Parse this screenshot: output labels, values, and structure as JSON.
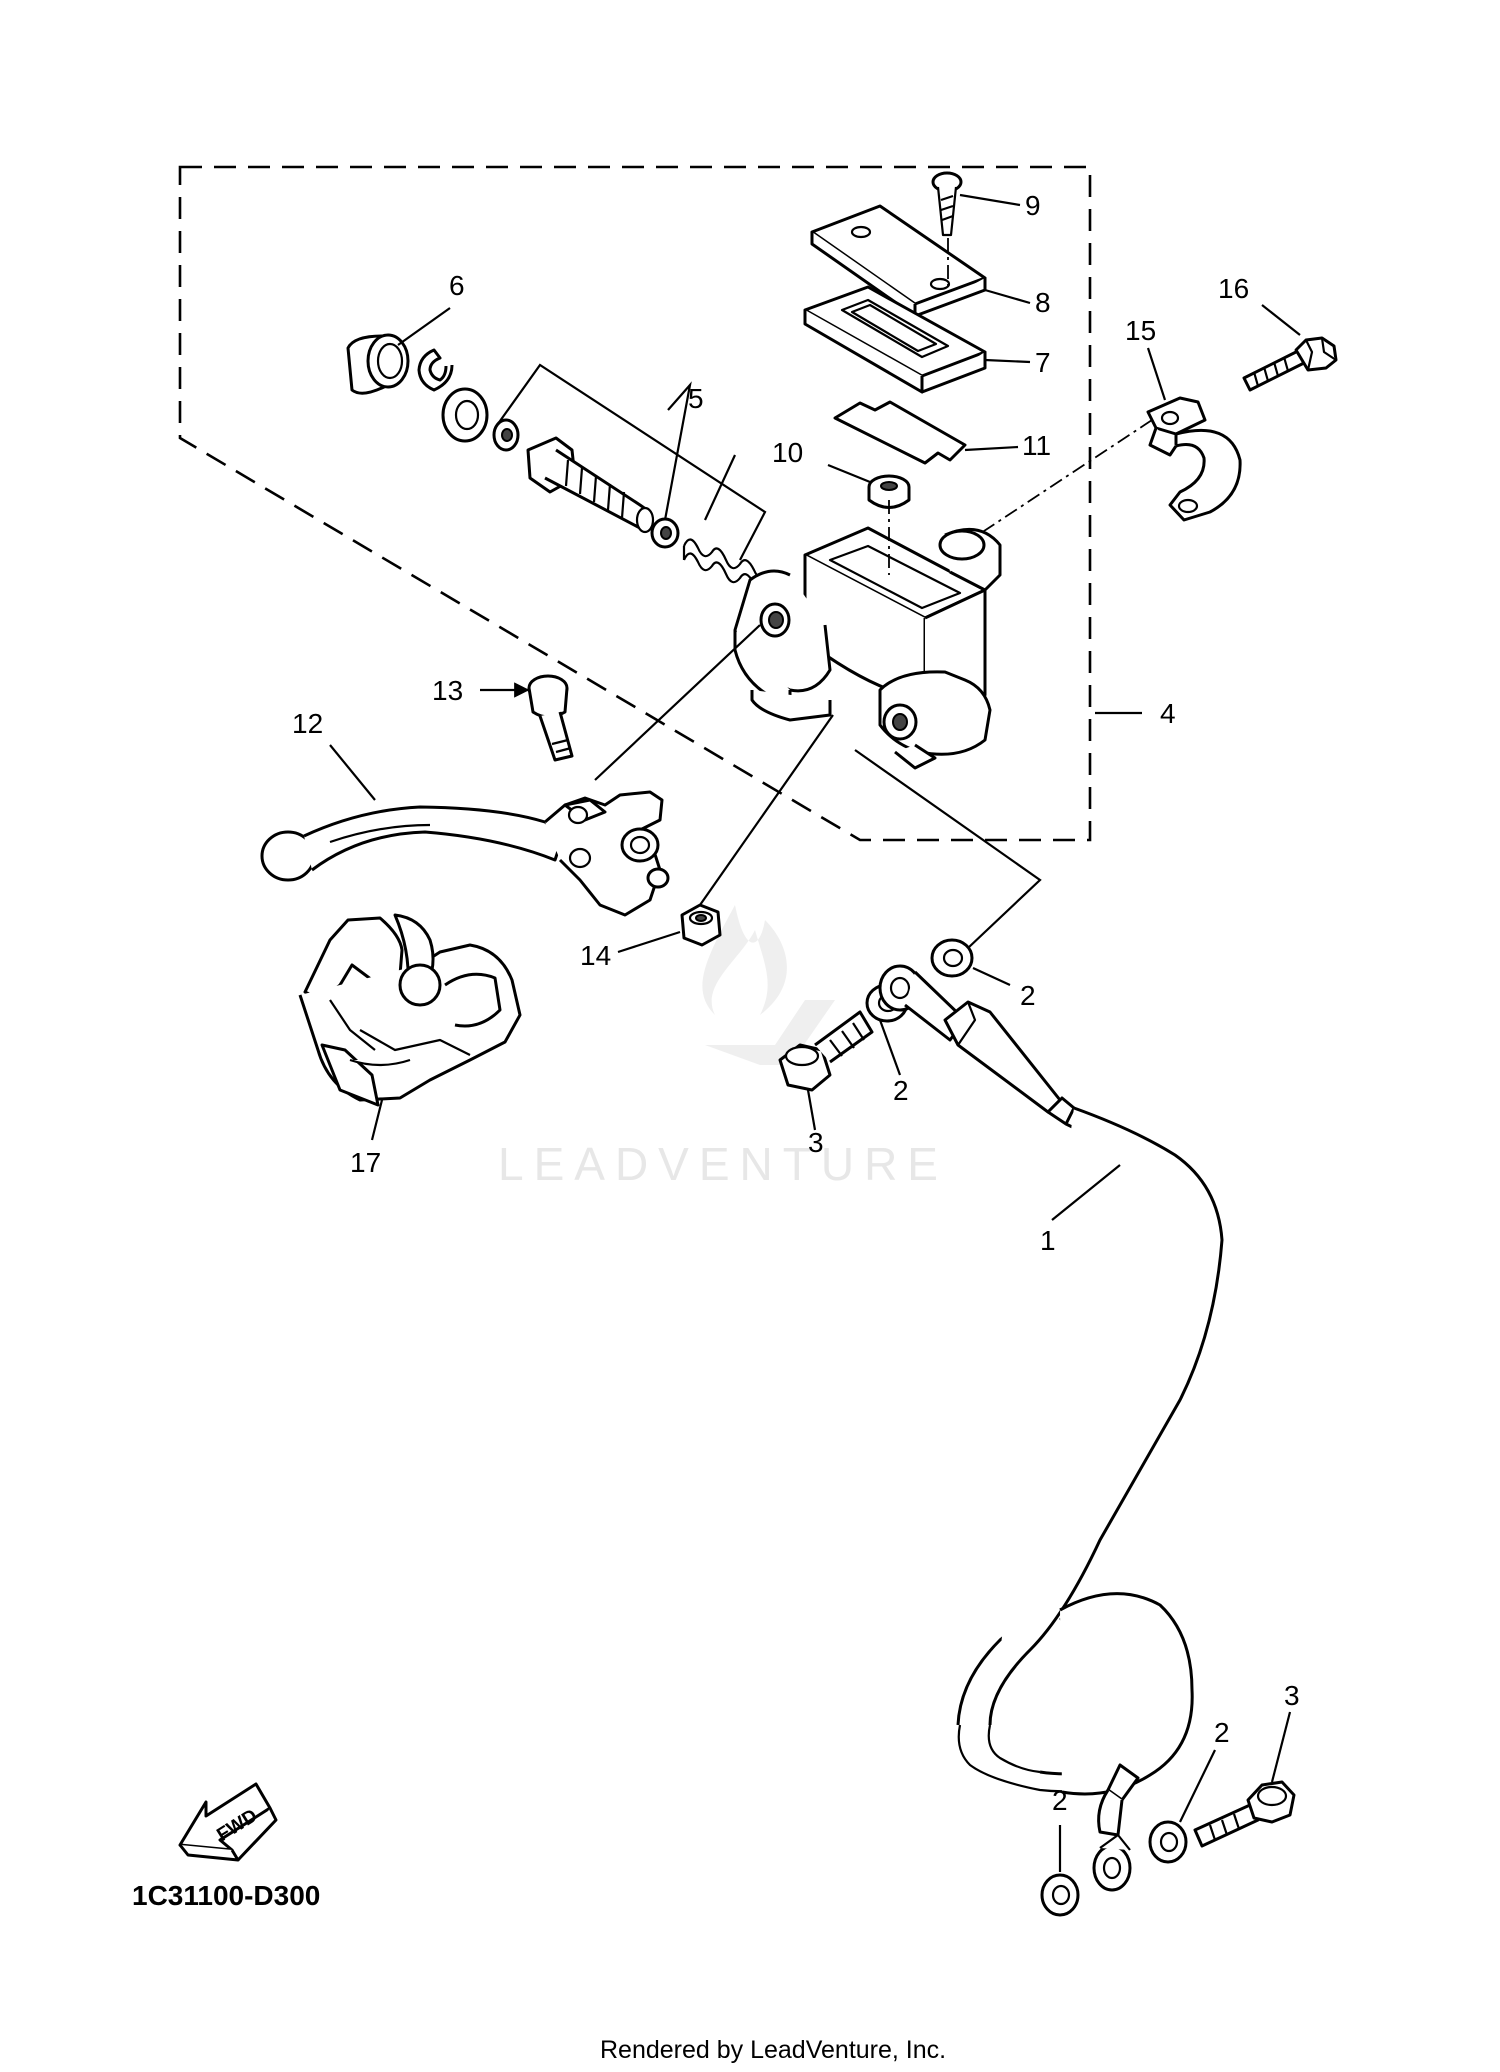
{
  "callouts": {
    "c1": "1",
    "c2a": "2",
    "c2b": "2",
    "c2c": "2",
    "c2d": "2",
    "c3a": "3",
    "c3b": "3",
    "c4": "4",
    "c5": "5",
    "c6": "6",
    "c7": "7",
    "c8": "8",
    "c9": "9",
    "c10": "10",
    "c11": "11",
    "c12": "12",
    "c13": "13",
    "c14": "14",
    "c15": "15",
    "c16": "16",
    "c17": "17"
  },
  "diagram_code": "1C31100-D300",
  "fwd_label": "FWD",
  "watermark": "LEADVENTURE",
  "credit": "Rendered by LeadVenture, Inc.",
  "colors": {
    "line": "#000000",
    "watermark": "#e7e7e7",
    "background": "#ffffff"
  }
}
